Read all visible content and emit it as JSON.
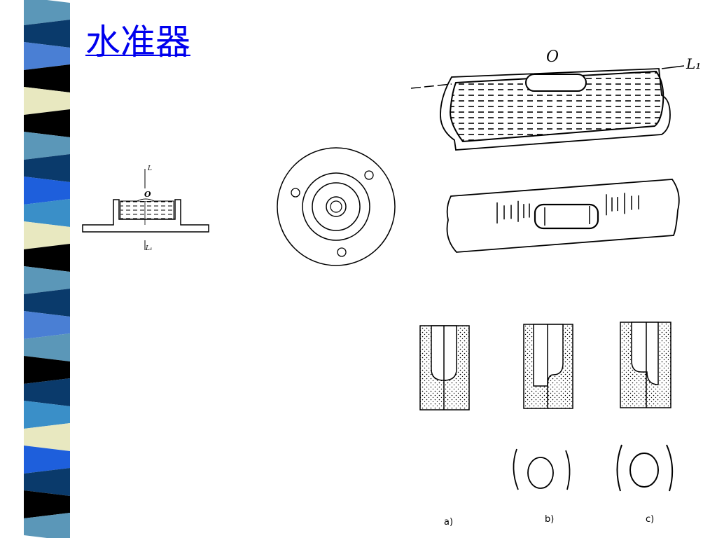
{
  "slide": {
    "title": "水准器"
  },
  "stripe": {
    "colors": [
      "#5b97b8",
      "#0a3a6b",
      "#4a7fd4",
      "#000000",
      "#e8e8c0",
      "#000000",
      "#5b97b8",
      "#0a3a6b",
      "#1e5fdc",
      "#3a8fc8",
      "#e8e8c0",
      "#000000",
      "#5b97b8",
      "#0a3a6b",
      "#4a7fd4",
      "#5b97b8",
      "#000000",
      "#0a3a6b",
      "#3a8fc8",
      "#e8e8c0",
      "#1e5fdc",
      "#0a3a6b",
      "#000000",
      "#5b97b8"
    ]
  },
  "figures": {
    "box_level": {
      "label_top": "L",
      "label_center": "O",
      "label_bottom": "L₁"
    },
    "tube_level": {
      "label_center": "O",
      "label_axis": "L₁"
    },
    "coincidence": {
      "label_a": "a)",
      "label_b": "b)",
      "label_c": "c)"
    }
  }
}
